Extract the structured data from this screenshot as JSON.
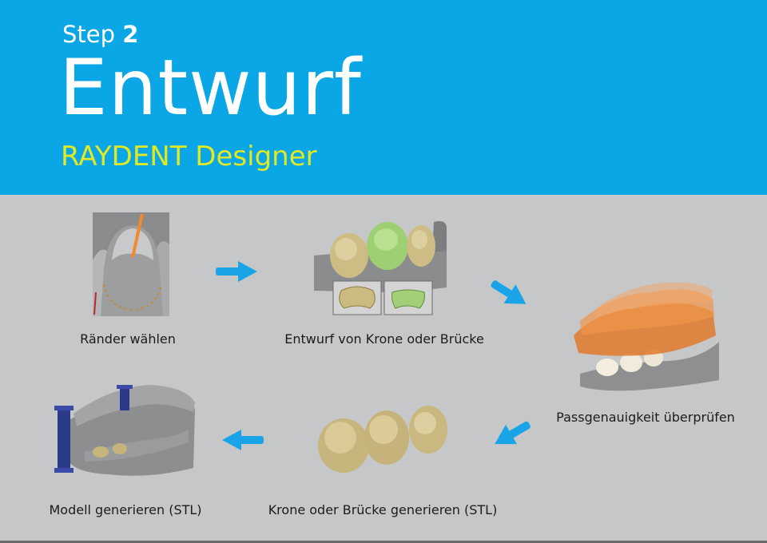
{
  "header": {
    "step_word": "Step",
    "step_number": "2",
    "title": "Entwurf",
    "subtitle": "RAYDENT Designer"
  },
  "steps": [
    {
      "label": "Ränder wählen",
      "icon": "margin-selection-icon"
    },
    {
      "label": "Entwurf von Krone oder Brücke",
      "icon": "crown-design-icon"
    },
    {
      "label": "Passgenauigkeit  überprüfen",
      "icon": "fit-check-icon"
    },
    {
      "label": "Krone oder Brücke generieren (STL)",
      "icon": "bridge-stl-icon"
    },
    {
      "label": "Modell generieren (STL)",
      "icon": "model-stl-icon"
    }
  ],
  "colors": {
    "header_bg": "#0aa6e6",
    "subtitle": "#e0e924",
    "arrow": "#1aa4e8",
    "panel_bg": "#c6c7c9"
  }
}
